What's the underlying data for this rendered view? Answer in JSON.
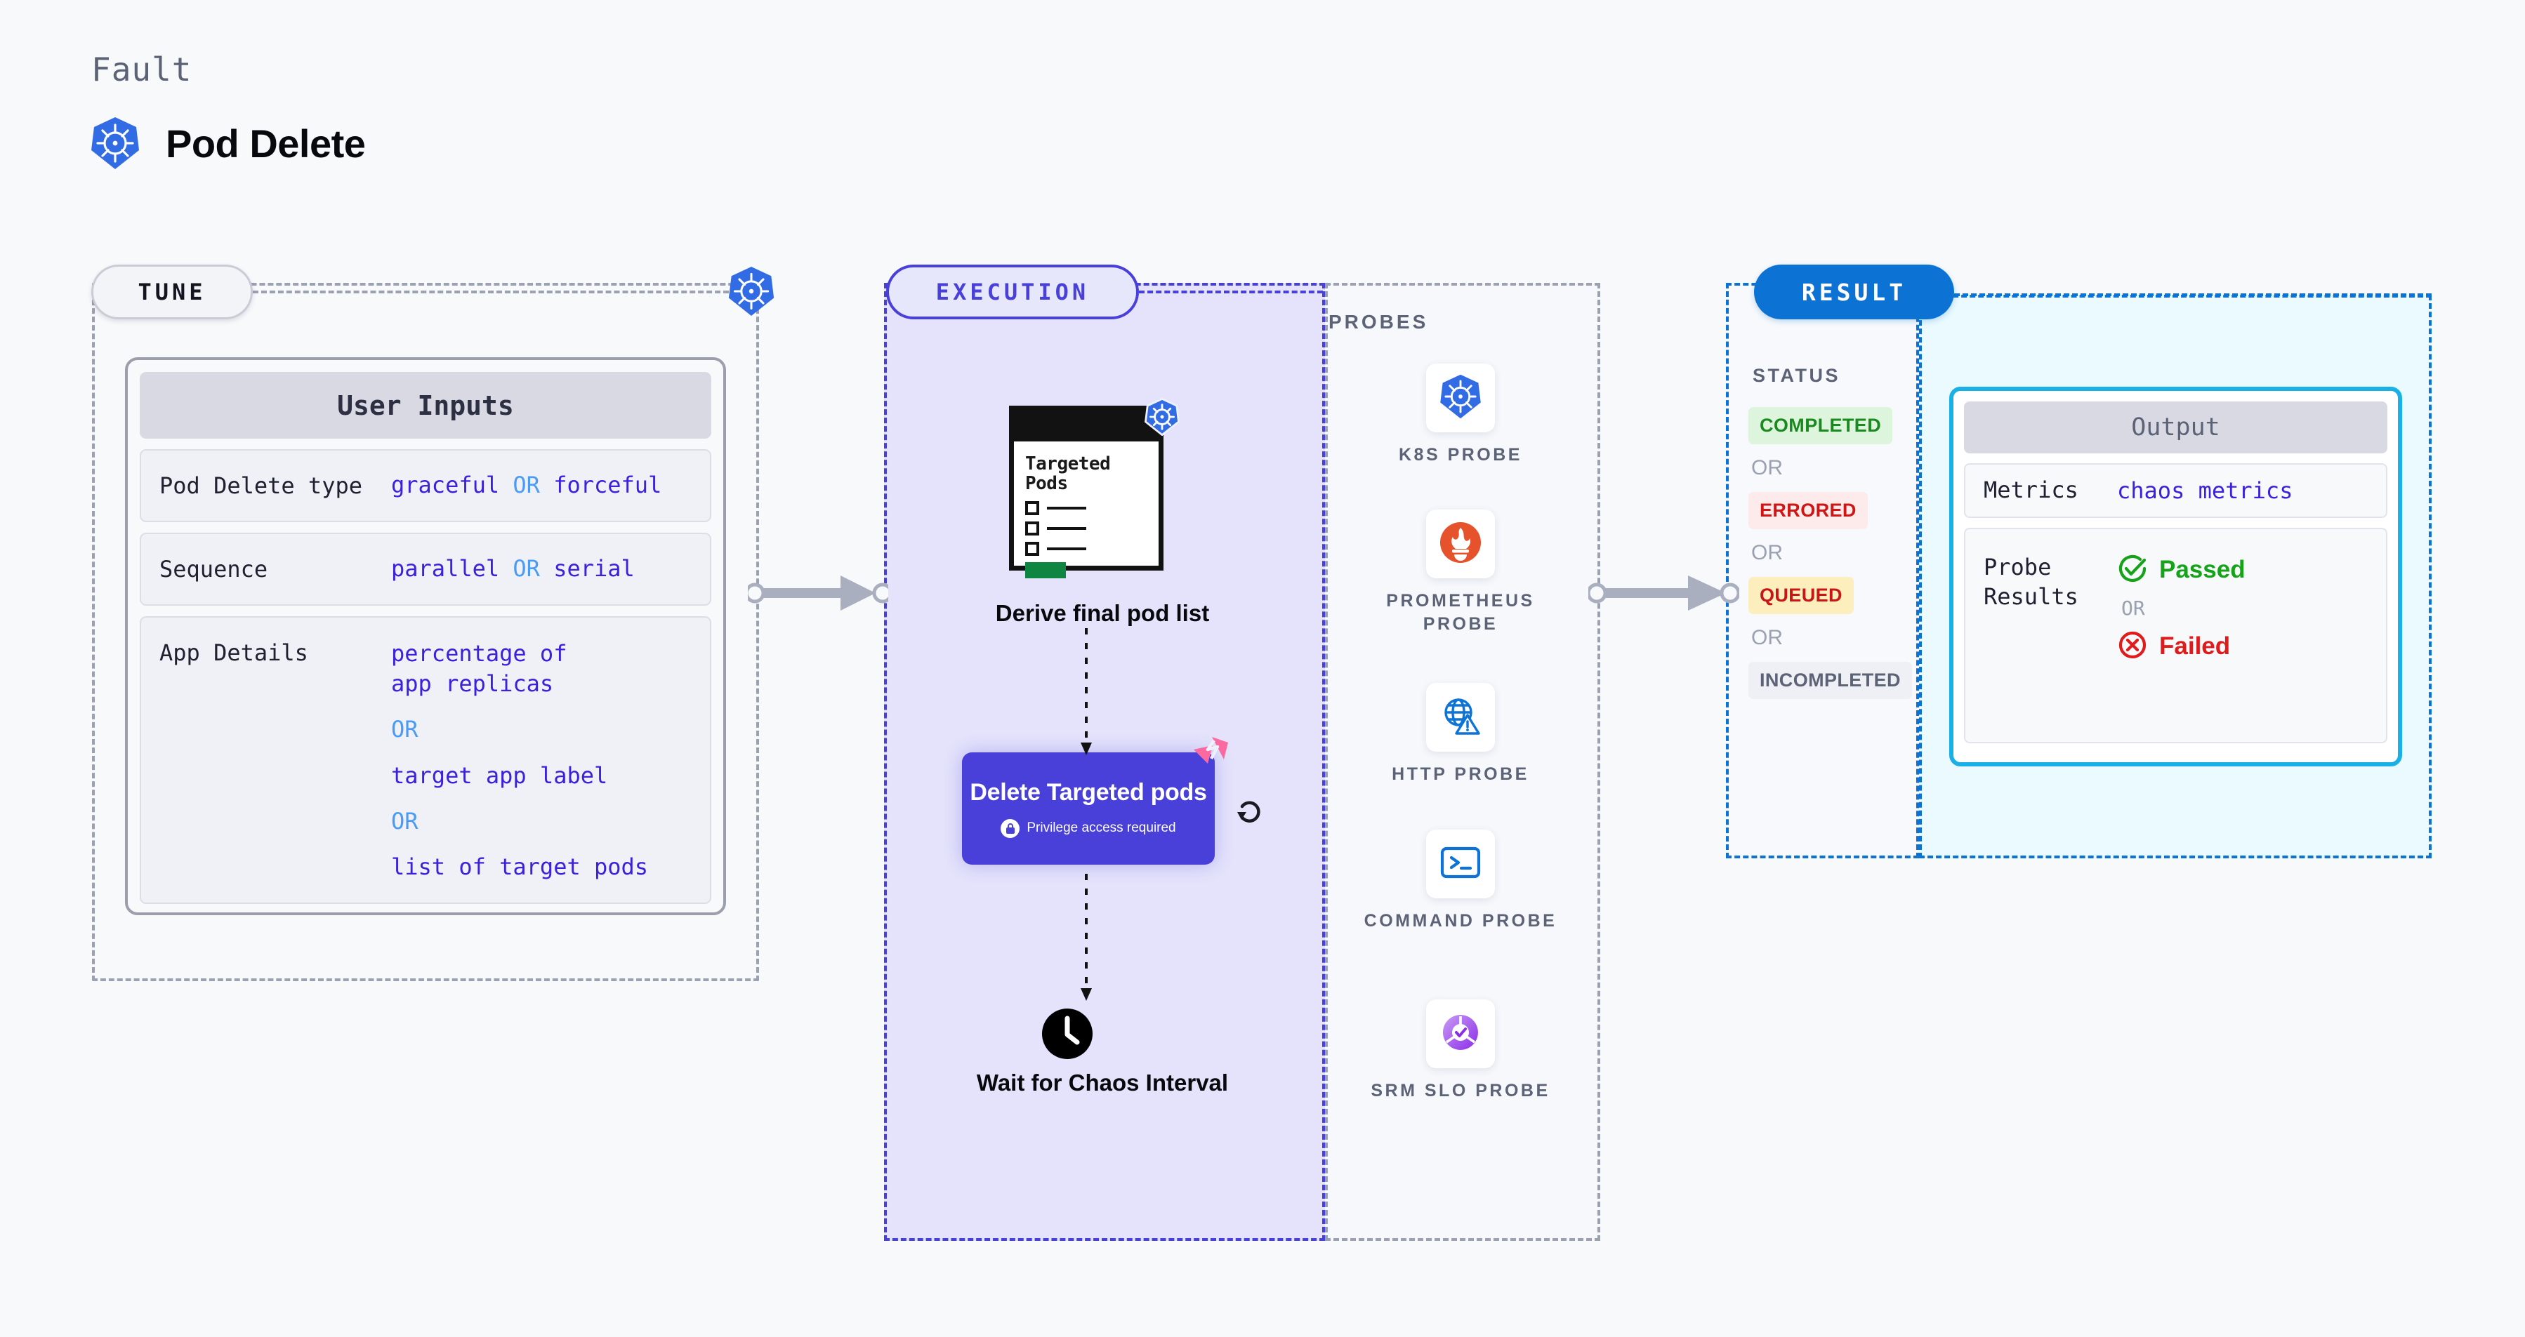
{
  "header": {
    "kicker": "Fault",
    "title": "Pod Delete",
    "icon": "kubernetes-icon"
  },
  "colors": {
    "kubernetes_blue": "#326ce5",
    "execution_purple": "#4840d8",
    "result_blue": "#0c72d4",
    "output_cyan": "#19b0e8",
    "litmus_pink": "#fa6aa0",
    "tune_gray": "#9aa1b0",
    "value_indigo": "#3a22dd",
    "or_light_blue": "#4a9bf5"
  },
  "tune": {
    "chip_label": "TUNE",
    "badge_icon": "kubernetes-icon",
    "card": {
      "header": "User Inputs",
      "rows": [
        {
          "key": "Pod Delete type",
          "values": [
            "graceful",
            "forceful"
          ],
          "separator": "OR",
          "layout": "inline"
        },
        {
          "key": "Sequence",
          "values": [
            "parallel",
            "serial"
          ],
          "separator": "OR",
          "layout": "inline"
        },
        {
          "key": "App Details",
          "values": [
            "percentage of app replicas",
            "target app label",
            "list of target pods"
          ],
          "separator": "OR",
          "layout": "stacked"
        }
      ]
    }
  },
  "execution": {
    "chip_label": "EXECUTION",
    "nodes": [
      {
        "id": "derive-pod-list",
        "label": "Derive final pod list",
        "card_title": "Targeted Pods",
        "badge_icon": "kubernetes-icon",
        "checkbox_count": 3
      },
      {
        "id": "delete-targeted-pods",
        "title": "Delete Targeted pods",
        "privilege_note": "Privilege access required",
        "privilege_icon": "lock-icon",
        "corner_icon": "litmus-chaos-icon",
        "retry_icon": "retry-loop-icon"
      },
      {
        "id": "wait-chaos-interval",
        "label": "Wait for Chaos Interval",
        "icon": "clock-icon"
      }
    ]
  },
  "probes": {
    "title": "PROBES",
    "items": [
      {
        "name": "K8S PROBE",
        "icon": "kubernetes-icon"
      },
      {
        "name": "PROMETHEUS PROBE",
        "icon": "prometheus-icon"
      },
      {
        "name": "HTTP PROBE",
        "icon": "globe-warning-icon"
      },
      {
        "name": "COMMAND PROBE",
        "icon": "terminal-icon"
      },
      {
        "name": "SRM SLO PROBE",
        "icon": "srm-slo-icon"
      }
    ]
  },
  "result": {
    "chip_label": "RESULT",
    "status_title": "STATUS",
    "separator": "OR",
    "statuses": [
      {
        "label": "COMPLETED",
        "style": "completed"
      },
      {
        "label": "ERRORED",
        "style": "errored"
      },
      {
        "label": "QUEUED",
        "style": "queued"
      },
      {
        "label": "INCOMPLETED",
        "style": "incompleted"
      }
    ]
  },
  "output": {
    "header": "Output",
    "metrics_key": "Metrics",
    "metrics_value": "chaos metrics",
    "probe_results_key": "Probe Results",
    "separator": "OR",
    "passed_label": "Passed",
    "passed_icon": "check-circle-icon",
    "failed_label": "Failed",
    "failed_icon": "x-circle-icon"
  }
}
